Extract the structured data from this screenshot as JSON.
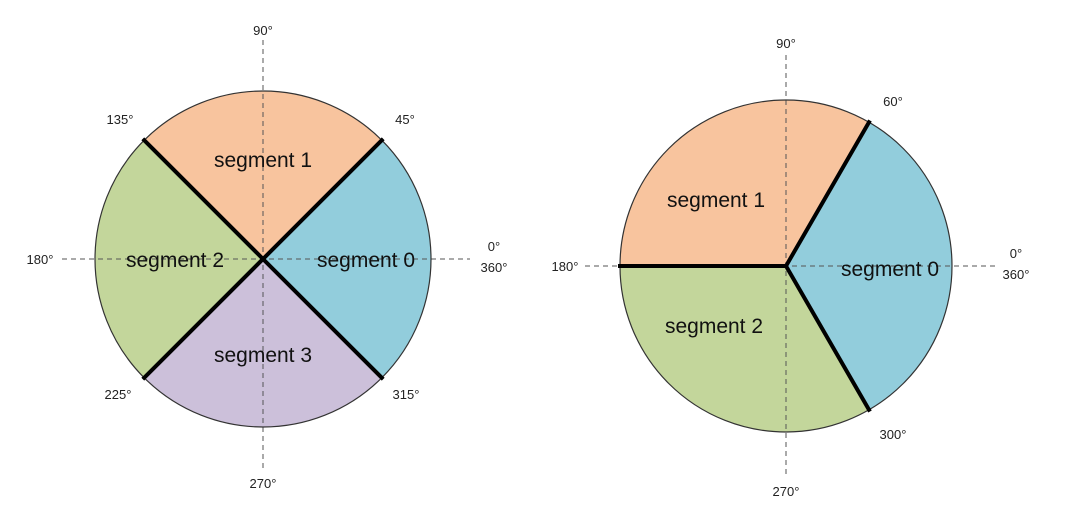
{
  "diagrams": [
    {
      "id": "four-segments",
      "segments": [
        {
          "label": "segment 0",
          "start_deg": -45,
          "end_deg": 45,
          "color": "#92cddc"
        },
        {
          "label": "segment 1",
          "start_deg": 45,
          "end_deg": 135,
          "color": "#f8c49e"
        },
        {
          "label": "segment 2",
          "start_deg": 135,
          "end_deg": 225,
          "color": "#c3d69b"
        },
        {
          "label": "segment 3",
          "start_deg": 225,
          "end_deg": 315,
          "color": "#ccc0da"
        }
      ],
      "angle_labels": {
        "a90": "90°",
        "a45": "45°",
        "a135": "135°",
        "a0": "0°",
        "a360": "360°",
        "a180": "180°",
        "a225": "225°",
        "a315": "315°",
        "a270": "270°"
      }
    },
    {
      "id": "three-segments",
      "segments": [
        {
          "label": "segment 0",
          "start_deg": -60,
          "end_deg": 60,
          "color": "#92cddc"
        },
        {
          "label": "segment 1",
          "start_deg": 60,
          "end_deg": 180,
          "color": "#f8c49e"
        },
        {
          "label": "segment 2",
          "start_deg": 180,
          "end_deg": 300,
          "color": "#c3d69b"
        }
      ],
      "angle_labels": {
        "a90": "90°",
        "a60": "60°",
        "a0": "0°",
        "a360": "360°",
        "a180": "180°",
        "a300": "300°",
        "a270": "270°"
      }
    }
  ]
}
